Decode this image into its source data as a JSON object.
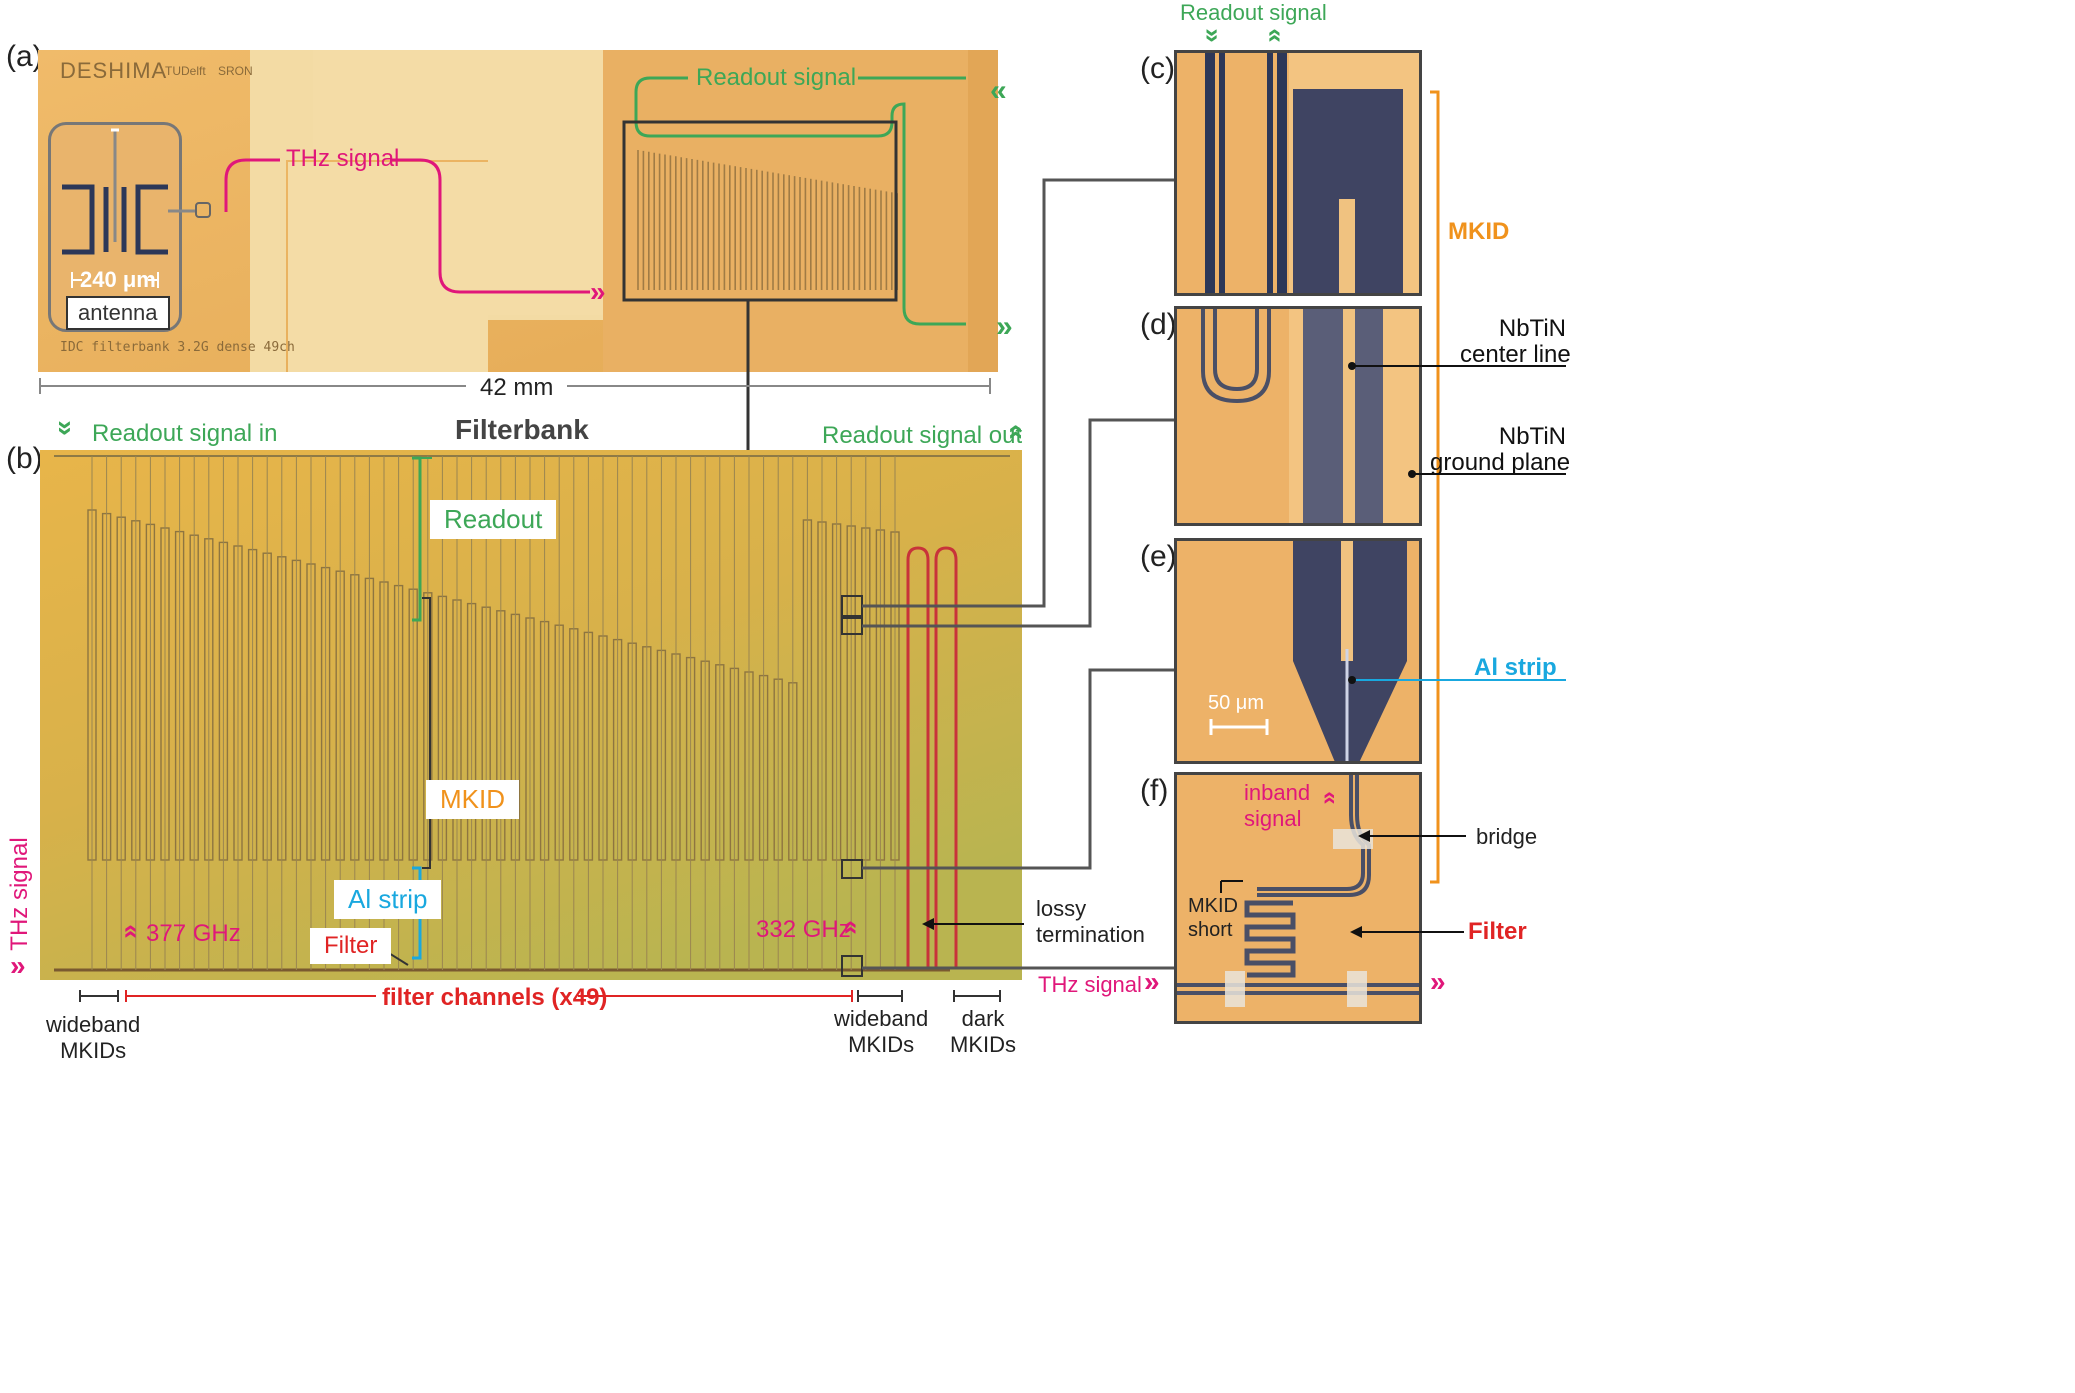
{
  "panels": {
    "a": "(a)",
    "b": "(b)",
    "c": "(c)",
    "d": "(d)",
    "e": "(e)",
    "f": "(f)"
  },
  "chip": {
    "logo": "DESHIMA",
    "logo_small": "TUDelft",
    "logo_sron": "SRON",
    "caption": "IDC filterbank 3.2G dense 49ch",
    "antenna_scale": "240 μm",
    "antenna_label": "antenna",
    "thz_signal": "THz signal",
    "readout_signal": "Readout signal",
    "length": "42 mm"
  },
  "filterbank": {
    "title": "Filterbank",
    "readout_in": "Readout signal in",
    "readout_out": "Readout signal out",
    "readout": "Readout",
    "mkid": "MKID",
    "al_strip": "Al strip",
    "filter": "Filter",
    "freq_low": "377 GHz",
    "freq_high": "332 GHz",
    "thz_signal": "THz signal",
    "lossy_termination": "lossy\ntermination",
    "filter_channels": "filter channels (x49)",
    "wideband_left": "wideband\nMKIDs",
    "wideband_right": "wideband\nMKIDs",
    "dark": "dark\nMKIDs"
  },
  "zoom": {
    "readout_signal": "Readout signal",
    "mkid": "MKID",
    "nbtin_center": "NbTiN\ncenter line",
    "nbtin_ground": "NbTiN\nground plane",
    "al_strip": "Al strip",
    "scale": "50 μm",
    "inband": "inband\nsignal",
    "bridge": "bridge",
    "mkid_short": "MKID\nshort",
    "filter": "Filter",
    "thz_signal": "THz signal"
  },
  "colors": {
    "green": "#3da757",
    "pink": "#e0177a",
    "red": "#e02424",
    "orange": "#f0921c",
    "cyan": "#19a8df",
    "chip": "#e8b163"
  }
}
